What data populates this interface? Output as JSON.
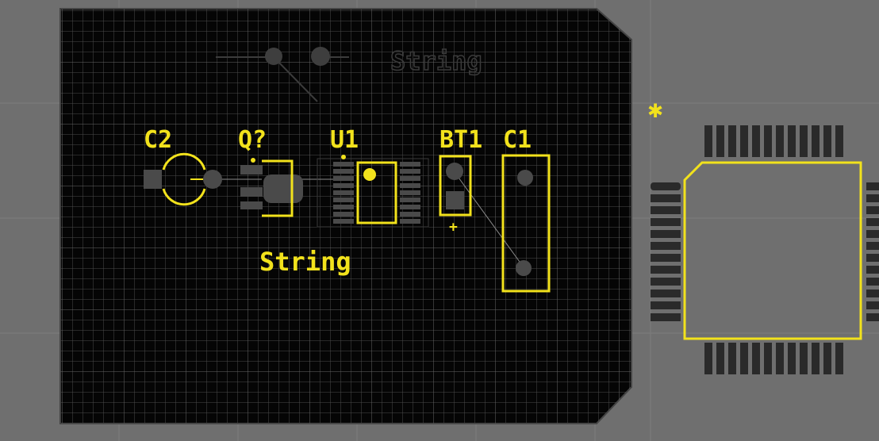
{
  "colors": {
    "workspace": "#6f6f6f",
    "board": "#050505",
    "grid": "#5a5a5a",
    "silkscreen": "#f2e21c",
    "pad": "#4a4a4a",
    "overlay_text": "#3e3e3e",
    "ratsnest": "#8c8c8c"
  },
  "components": [
    {
      "designator": "C2",
      "type": "capacitor-radial"
    },
    {
      "designator": "Q?",
      "type": "transistor-sot"
    },
    {
      "designator": "U1",
      "type": "ic-soic"
    },
    {
      "designator": "BT1",
      "type": "battery"
    },
    {
      "designator": "C1",
      "type": "capacitor-axial"
    }
  ],
  "board_texts": {
    "string_label": "String",
    "ghost_label": "String",
    "battery_polarity": "+"
  },
  "origin_marker": "✱"
}
